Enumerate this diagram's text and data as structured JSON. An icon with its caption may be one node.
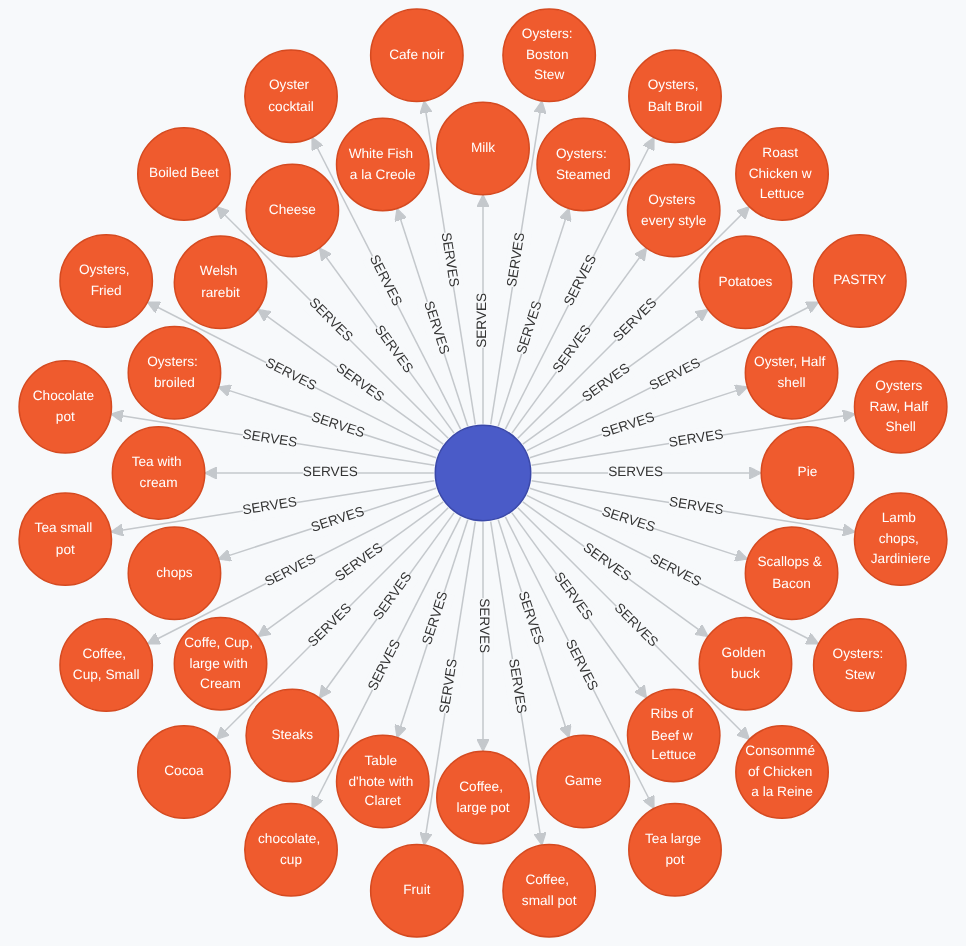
{
  "diagram": {
    "nodes": [
      {
        "text": [],
        "shape": "circle"
      },
      {
        "text": [
          "Milk"
        ]
      },
      {
        "text": [
          "Oysters: Boston Stew"
        ]
      },
      {
        "text": [
          "Oysters: Steamed"
        ]
      },
      {
        "text": [
          "Oysters, Balt Broil"
        ]
      },
      {
        "text": [
          "Oysters every style"
        ]
      },
      {
        "text": [
          "Roast Chicken w Lettuce"
        ]
      },
      {
        "text": [
          "Potatoes"
        ]
      },
      {
        "text": [
          "PASTRY"
        ]
      },
      {
        "text": [
          "Oyster, Half shell"
        ]
      },
      {
        "text": [
          "Oysters Raw, Half Shell"
        ]
      },
      {
        "text": [
          "Pie"
        ]
      },
      {
        "text": [
          "Lamb chops, Jardiniere"
        ]
      },
      {
        "text": [
          "Scallops & Bacon"
        ]
      },
      {
        "text": [
          "Oysters: Stew"
        ]
      },
      {
        "text": [
          "Golden buck"
        ]
      },
      {
        "text": [
          "Consommé of Chicken a la Reine"
        ]
      },
      {
        "text": [
          "Ribs of Beef w Lettuce"
        ]
      },
      {
        "text": [
          "Tea large pot"
        ]
      },
      {
        "text": [
          "Game"
        ]
      },
      {
        "text": [
          "Coffee, small pot"
        ]
      },
      {
        "text": [
          "Coffee, large pot"
        ]
      },
      {
        "text": [
          "Fruit"
        ]
      },
      {
        "text": [
          "Table d'hote with Claret"
        ]
      },
      {
        "text": [
          "chocolate, cup"
        ]
      },
      {
        "text": [
          "Steaks"
        ]
      },
      {
        "text": [
          "Cocoa"
        ]
      },
      {
        "text": [
          "Coffe, Cup, large with Cream"
        ]
      },
      {
        "text": [
          "Coffee, Cup, Small"
        ]
      },
      {
        "text": [
          "chops"
        ]
      },
      {
        "text": [
          "Tea small pot"
        ]
      },
      {
        "text": [
          "Tea with cream"
        ]
      },
      {
        "text": [
          "Chocolate pot"
        ]
      },
      {
        "text": [
          "Oysters: broiled"
        ]
      },
      {
        "text": [
          "Oysters, Fried"
        ]
      },
      {
        "text": [
          "Welsh rarebit"
        ]
      },
      {
        "text": [
          "Boiled Beet"
        ]
      },
      {
        "text": [
          "Cheese"
        ]
      },
      {
        "text": [
          "Oyster cocktail"
        ]
      },
      {
        "text": [
          "White Fish a la Creole"
        ]
      },
      {
        "text": [
          "Cafe noir"
        ]
      }
    ],
    "edges": [
      {
        "from": 0,
        "to": 1,
        "arrow": "to",
        "label": "SERVES"
      },
      {
        "from": 0,
        "to": 2,
        "arrow": "to",
        "label": "SERVES"
      },
      {
        "from": 0,
        "to": 3,
        "arrow": "to",
        "label": "SERVES"
      },
      {
        "from": 0,
        "to": 4,
        "arrow": "to",
        "label": "SERVES"
      },
      {
        "from": 0,
        "to": 5,
        "arrow": "to",
        "label": "SERVES"
      },
      {
        "from": 0,
        "to": 6,
        "arrow": "to",
        "label": "SERVES"
      },
      {
        "from": 0,
        "to": 7,
        "arrow": "to",
        "label": "SERVES"
      },
      {
        "from": 0,
        "to": 8,
        "arrow": "to",
        "label": "SERVES"
      },
      {
        "from": 0,
        "to": 9,
        "arrow": "to",
        "label": "SERVES"
      },
      {
        "from": 0,
        "to": 10,
        "arrow": "to",
        "label": "SERVES"
      },
      {
        "from": 0,
        "to": 11,
        "arrow": "to",
        "label": "SERVES"
      },
      {
        "from": 0,
        "to": 12,
        "arrow": "to",
        "label": "SERVES"
      },
      {
        "from": 0,
        "to": 13,
        "arrow": "to",
        "label": "SERVES"
      },
      {
        "from": 0,
        "to": 14,
        "arrow": "to",
        "label": "SERVES"
      },
      {
        "from": 0,
        "to": 15,
        "arrow": "to",
        "label": "SERVES"
      },
      {
        "from": 0,
        "to": 16,
        "arrow": "to",
        "label": "SERVES"
      },
      {
        "from": 0,
        "to": 17,
        "arrow": "to",
        "label": "SERVES"
      },
      {
        "from": 0,
        "to": 18,
        "arrow": "to",
        "label": "SERVES"
      },
      {
        "from": 0,
        "to": 19,
        "arrow": "to",
        "label": "SERVES"
      },
      {
        "from": 0,
        "to": 20,
        "arrow": "to",
        "label": "SERVES"
      },
      {
        "from": 0,
        "to": 21,
        "arrow": "to",
        "label": "SERVES"
      },
      {
        "from": 0,
        "to": 22,
        "arrow": "to",
        "label": "SERVES"
      },
      {
        "from": 0,
        "to": 23,
        "arrow": "to",
        "label": "SERVES"
      },
      {
        "from": 0,
        "to": 24,
        "arrow": "to",
        "label": "SERVES"
      },
      {
        "from": 0,
        "to": 25,
        "arrow": "to",
        "label": "SERVES"
      },
      {
        "from": 0,
        "to": 26,
        "arrow": "to",
        "label": "SERVES"
      },
      {
        "from": 0,
        "to": 27,
        "arrow": "to",
        "label": "SERVES"
      },
      {
        "from": 0,
        "to": 28,
        "arrow": "to",
        "label": "SERVES"
      },
      {
        "from": 0,
        "to": 29,
        "arrow": "to",
        "label": "SERVES"
      },
      {
        "from": 0,
        "to": 30,
        "arrow": "to",
        "label": "SERVES"
      },
      {
        "from": 0,
        "to": 31,
        "arrow": "to",
        "label": "SERVES"
      },
      {
        "from": 0,
        "to": 32,
        "arrow": "to",
        "label": "SERVES"
      },
      {
        "from": 0,
        "to": 33,
        "arrow": "to",
        "label": "SERVES"
      },
      {
        "from": 0,
        "to": 34,
        "arrow": "to",
        "label": "SERVES"
      },
      {
        "from": 0,
        "to": 35,
        "arrow": "to",
        "label": "SERVES"
      },
      {
        "from": 0,
        "to": 36,
        "arrow": "to",
        "label": "SERVES"
      },
      {
        "from": 0,
        "to": 37,
        "arrow": "to",
        "label": "SERVES"
      },
      {
        "from": 0,
        "to": 38,
        "arrow": "to",
        "label": "SERVES"
      },
      {
        "from": 0,
        "to": 39,
        "arrow": "to",
        "label": "SERVES"
      },
      {
        "from": 0,
        "to": 40,
        "arrow": "to",
        "label": "SERVES"
      }
    ]
  }
}
